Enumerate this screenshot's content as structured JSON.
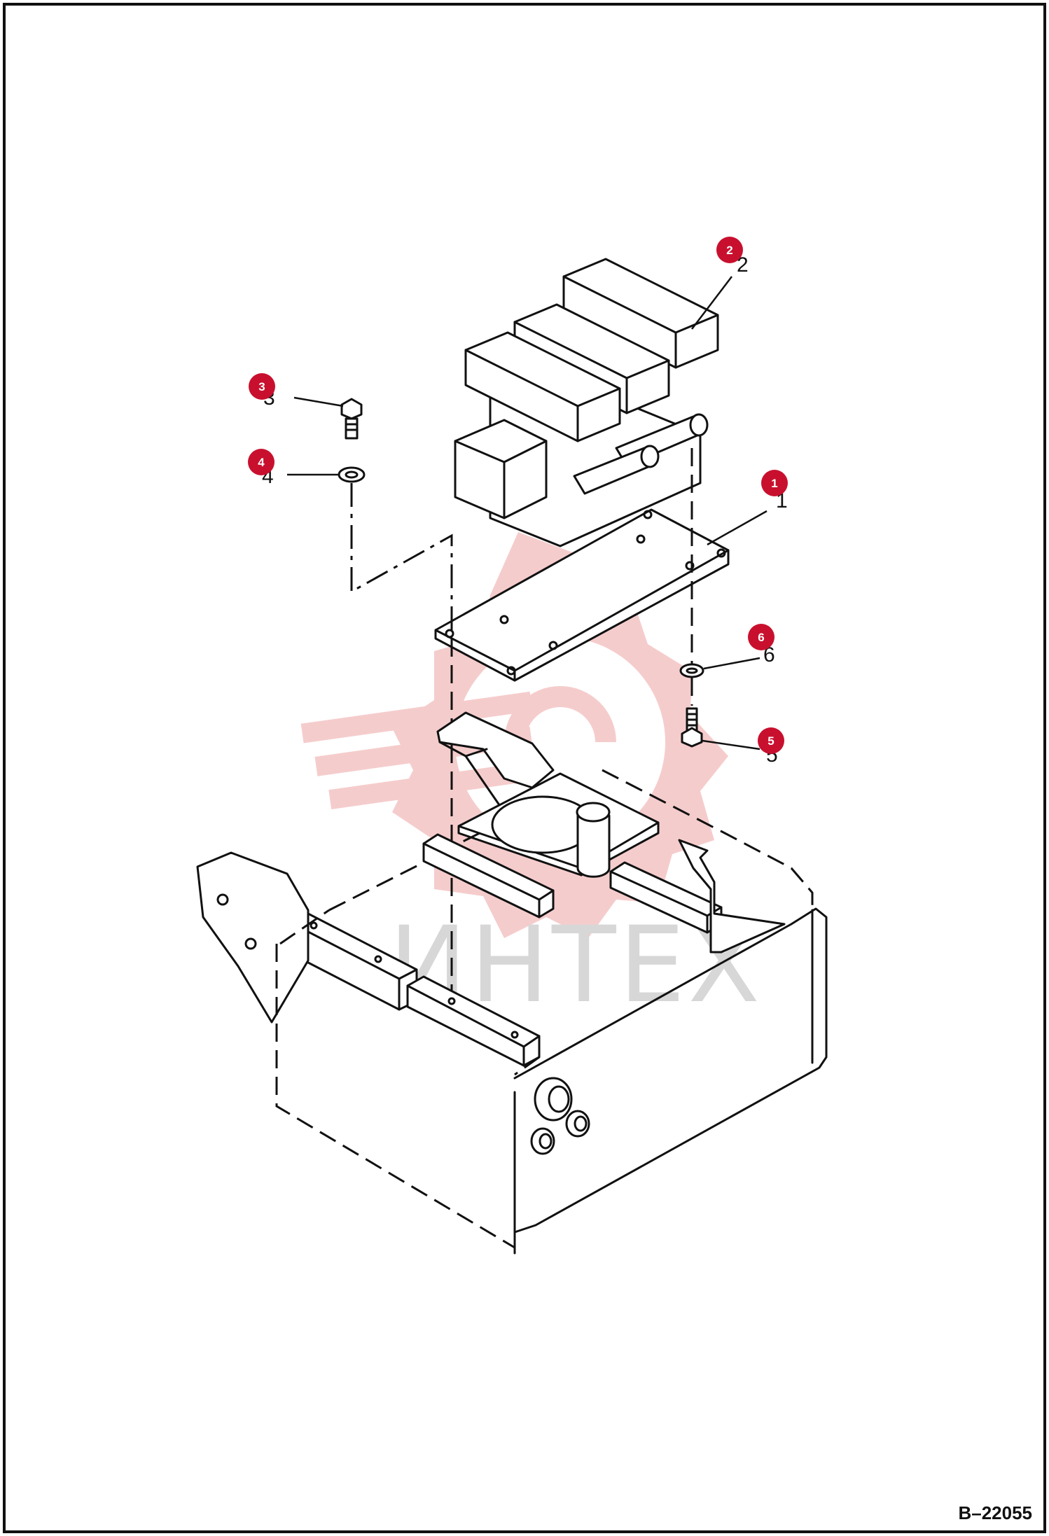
{
  "drawing": {
    "drawing_id": "B–22055",
    "watermark_text": "ИНТЕХ",
    "colors": {
      "badge": "#c8102e",
      "watermark_logo": "#f4c7c7",
      "watermark_text": "#d7d7d7",
      "line": "#111111"
    }
  },
  "callouts": [
    {
      "badge": "1",
      "label": "1"
    },
    {
      "badge": "2",
      "label": "2"
    },
    {
      "badge": "3",
      "label": "3"
    },
    {
      "badge": "4",
      "label": "4"
    },
    {
      "badge": "5",
      "label": "5"
    },
    {
      "badge": "6",
      "label": "6"
    }
  ]
}
